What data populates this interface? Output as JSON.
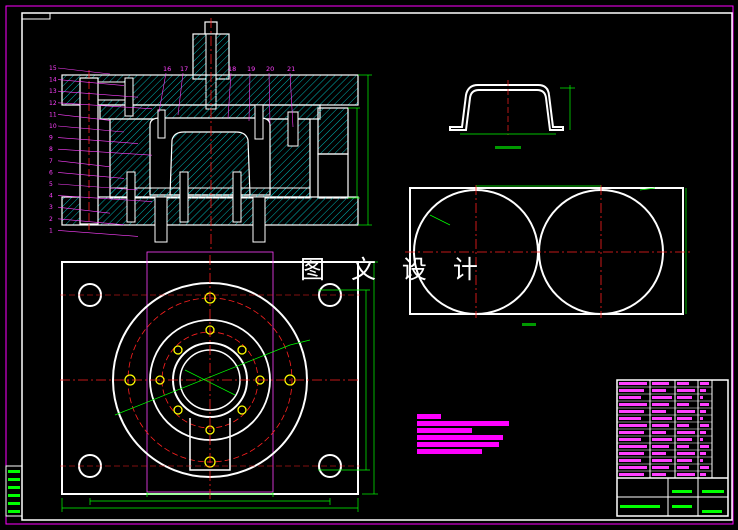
{
  "watermark": "图 文 设 计",
  "balloons": [
    "15",
    "14",
    "13",
    "12",
    "11",
    "10",
    "9",
    "8",
    "7",
    "6",
    "5",
    "4",
    "3",
    "2",
    "1"
  ],
  "top_balloons": [
    "16",
    "17",
    "18",
    "19",
    "20",
    "21"
  ],
  "colors": {
    "background": "#000000",
    "border": "#ff00ff",
    "outline": "#ffffff",
    "hatch": "#00c8c8",
    "center": "#ff2020",
    "dimension": "#00ff00",
    "hole": "#ffff00",
    "note": "#ff00ff",
    "leader": "#ff40ff"
  }
}
